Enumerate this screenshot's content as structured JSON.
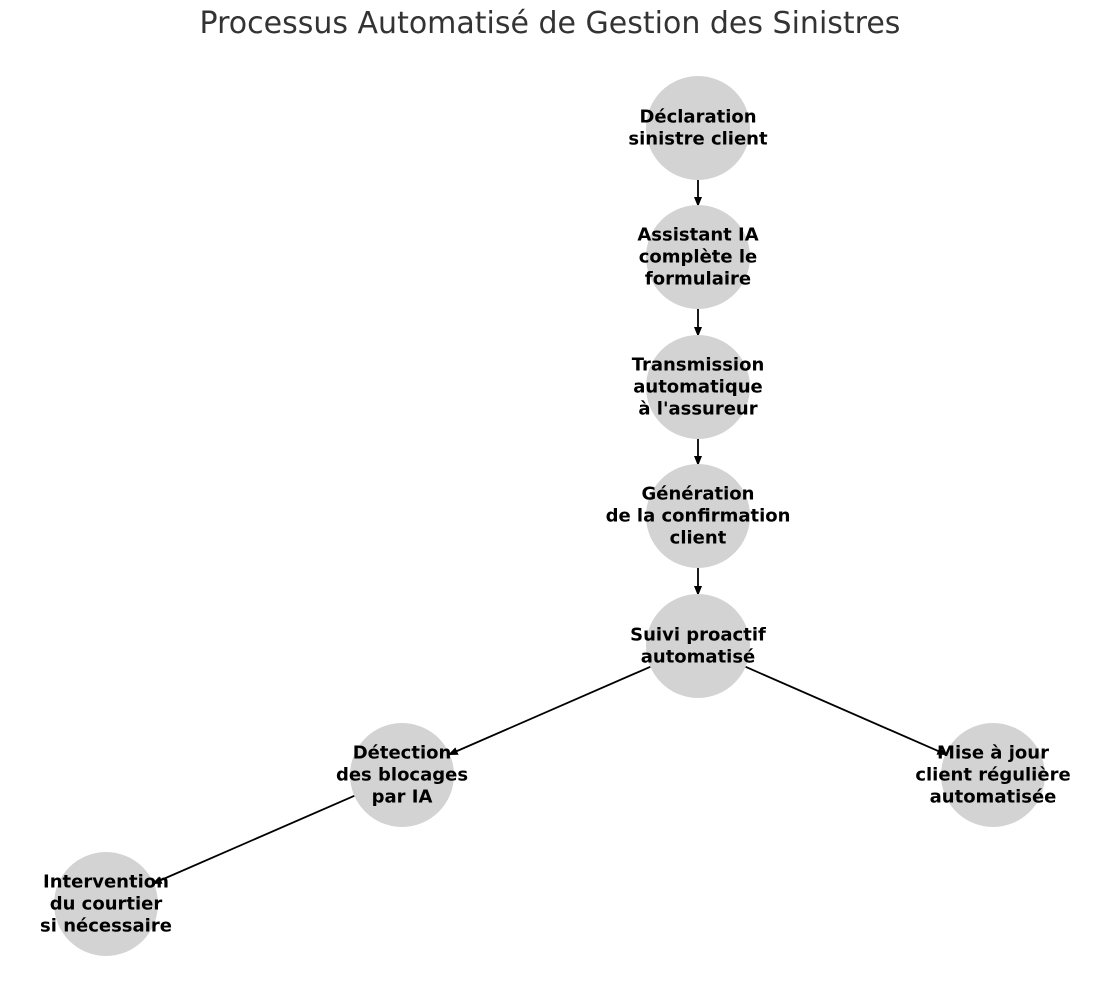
{
  "title": "Processus Automatisé de Gestion des Sinistres",
  "colors": {
    "node_fill": "#d3d3d3",
    "edge": "#000000",
    "label": "#000000",
    "title": "#333333"
  },
  "nodes": [
    {
      "id": "declaration",
      "lines": [
        "Déclaration",
        "sinistre client"
      ]
    },
    {
      "id": "assistant-ia",
      "lines": [
        "Assistant IA",
        "complète le",
        "formulaire"
      ]
    },
    {
      "id": "transmission",
      "lines": [
        "Transmission",
        "automatique",
        "à l'assureur"
      ]
    },
    {
      "id": "generation",
      "lines": [
        "Génération",
        "de la confirmation",
        "client"
      ]
    },
    {
      "id": "suivi",
      "lines": [
        "Suivi proactif",
        "automatisé"
      ]
    },
    {
      "id": "detection",
      "lines": [
        "Détection",
        "des blocages",
        "par IA"
      ]
    },
    {
      "id": "mise-a-jour",
      "lines": [
        "Mise à jour",
        "client régulière",
        "automatisée"
      ]
    },
    {
      "id": "intervention",
      "lines": [
        "Intervention",
        "du courtier",
        "si nécessaire"
      ]
    }
  ],
  "edges": [
    {
      "from": "declaration",
      "to": "assistant-ia"
    },
    {
      "from": "assistant-ia",
      "to": "transmission"
    },
    {
      "from": "transmission",
      "to": "generation"
    },
    {
      "from": "generation",
      "to": "suivi"
    },
    {
      "from": "suivi",
      "to": "detection"
    },
    {
      "from": "suivi",
      "to": "mise-a-jour"
    },
    {
      "from": "detection",
      "to": "intervention"
    }
  ]
}
